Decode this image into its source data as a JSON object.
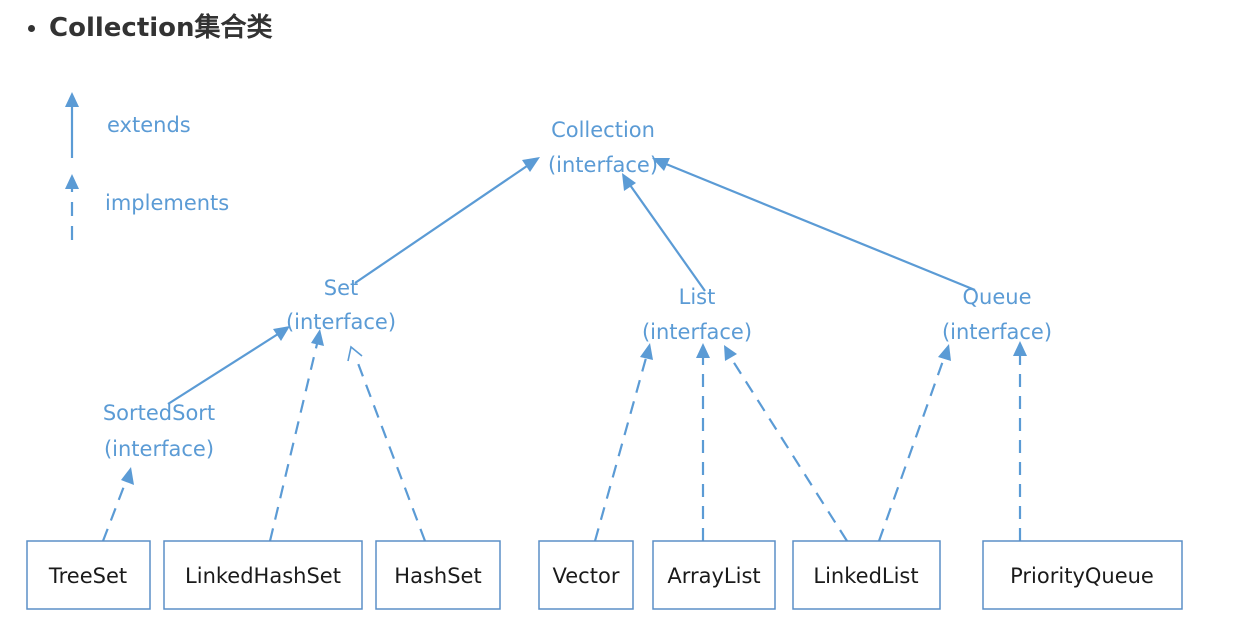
{
  "heading": {
    "text": "Collection集合类"
  },
  "legend": {
    "extends_label": "extends",
    "implements_label": "implements"
  },
  "interfaces": {
    "collection": {
      "name": "Collection",
      "kind": "(interface)"
    },
    "set": {
      "name": "Set",
      "kind": "(interface)"
    },
    "list": {
      "name": "List",
      "kind": "(interface)"
    },
    "queue": {
      "name": "Queue",
      "kind": "(interface)"
    },
    "sortedsort": {
      "name": "SortedSort",
      "kind": "(interface)"
    }
  },
  "classes": {
    "treeset": "TreeSet",
    "linkedhashset": "LinkedHashSet",
    "hashset": "HashSet",
    "vector": "Vector",
    "arraylist": "ArrayList",
    "linkedlist": "LinkedList",
    "priorityqueue": "PriorityQueue"
  },
  "relations": [
    {
      "from": "Set",
      "to": "Collection",
      "type": "extends"
    },
    {
      "from": "List",
      "to": "Collection",
      "type": "extends"
    },
    {
      "from": "Queue",
      "to": "Collection",
      "type": "extends"
    },
    {
      "from": "SortedSort",
      "to": "Set",
      "type": "extends"
    },
    {
      "from": "TreeSet",
      "to": "SortedSort",
      "type": "implements"
    },
    {
      "from": "LinkedHashSet",
      "to": "Set",
      "type": "implements"
    },
    {
      "from": "HashSet",
      "to": "Set",
      "type": "implements"
    },
    {
      "from": "Vector",
      "to": "List",
      "type": "implements"
    },
    {
      "from": "ArrayList",
      "to": "List",
      "type": "implements"
    },
    {
      "from": "LinkedList",
      "to": "List",
      "type": "implements"
    },
    {
      "from": "LinkedList",
      "to": "Queue",
      "type": "implements"
    },
    {
      "from": "PriorityQueue",
      "to": "Queue",
      "type": "implements"
    }
  ],
  "colors": {
    "line": "#5b9bd5",
    "box_border": "#5b8fc7",
    "heading": "#333333"
  }
}
